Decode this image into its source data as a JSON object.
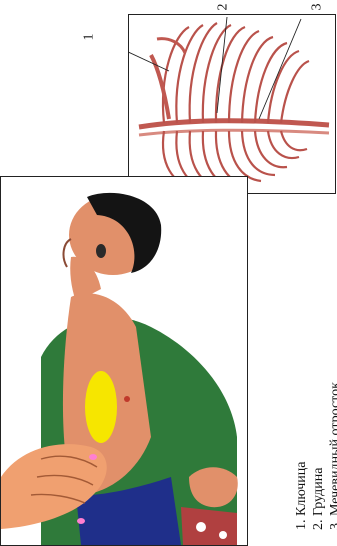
{
  "callouts": [
    "1",
    "2",
    "3"
  ],
  "legend": [
    "1. Ключица",
    "2. Грудина",
    "3. Мечевидный отросток"
  ],
  "colors": {
    "bone": "#c86a62",
    "bone_light": "#f3d6cf",
    "skin": "#e1906a",
    "shirt": "#2f7a3a",
    "hair": "#141414",
    "marker": "#f6e600",
    "pants": "#1f2f8a"
  }
}
